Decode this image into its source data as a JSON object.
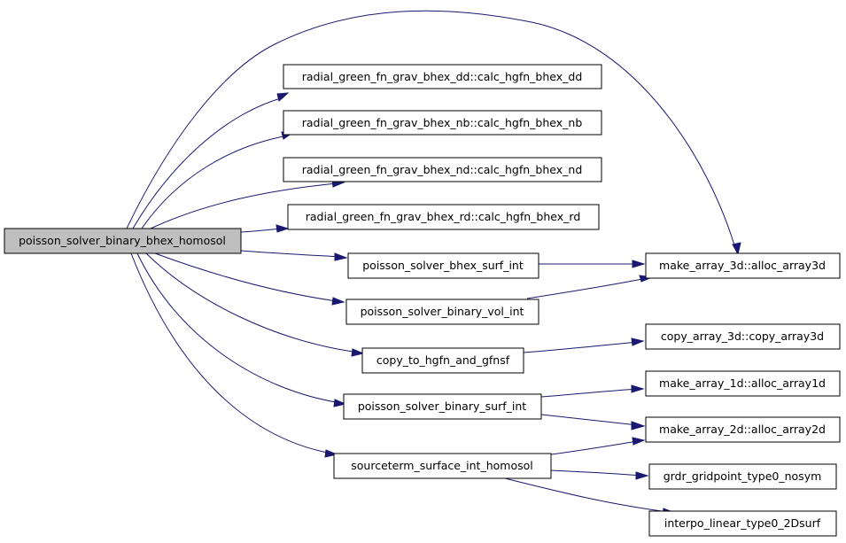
{
  "colors": {
    "root_fill": "#bfbfbf",
    "node_fill": "#ffffff",
    "edge": "#191970"
  },
  "nodes": {
    "root": "poisson_solver_binary_bhex_homosol",
    "dd": "radial_green_fn_grav_bhex_dd::calc_hgfn_bhex_dd",
    "nb": "radial_green_fn_grav_bhex_nb::calc_hgfn_bhex_nb",
    "nd": "radial_green_fn_grav_bhex_nd::calc_hgfn_bhex_nd",
    "rd": "radial_green_fn_grav_bhex_rd::calc_hgfn_bhex_rd",
    "surf_int": "poisson_solver_bhex_surf_int",
    "vol_int": "poisson_solver_binary_vol_int",
    "copy_to": "copy_to_hgfn_and_gfnsf",
    "binary_surf_int": "poisson_solver_binary_surf_int",
    "sourceterm": "sourceterm_surface_int_homosol",
    "alloc3d": "make_array_3d::alloc_array3d",
    "copy3d": "copy_array_3d::copy_array3d",
    "alloc1d": "make_array_1d::alloc_array1d",
    "alloc2d": "make_array_2d::alloc_array2d",
    "grdr": "grdr_gridpoint_type0_nosym",
    "interpo": "interpo_linear_type0_2Dsurf"
  }
}
